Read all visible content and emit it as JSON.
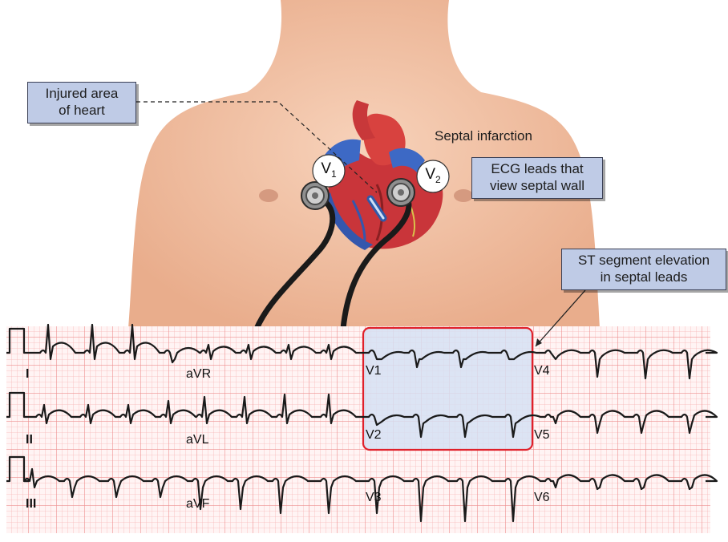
{
  "callouts": {
    "injured_area": {
      "line1": "Injured area",
      "line2": "of heart"
    },
    "septal_infarction": "Septal infarction",
    "ecg_leads": {
      "line1": "ECG leads that",
      "line2": "view septal wall"
    },
    "st_segment": {
      "line1": "ST segment elevation",
      "line2": "in septal leads"
    }
  },
  "electrodes": [
    {
      "letter": "V",
      "sub": "1"
    },
    {
      "letter": "V",
      "sub": "2"
    }
  ],
  "leads": {
    "row1": [
      "I",
      "aVR",
      "V1",
      "V4"
    ],
    "row2": [
      "II",
      "aVL",
      "V2",
      "V5"
    ],
    "row3": [
      "III",
      "aVF",
      "V3",
      "V6"
    ]
  },
  "colors": {
    "skin": "#f2c3a6",
    "grid_minor": "#f6b3b3",
    "grid_major": "#ec8a8a",
    "highlight_fill": "#d9e3f3",
    "highlight_border": "#e0202a",
    "callout_fill": "#bfcbe6",
    "trace": "#1a1a1a"
  }
}
